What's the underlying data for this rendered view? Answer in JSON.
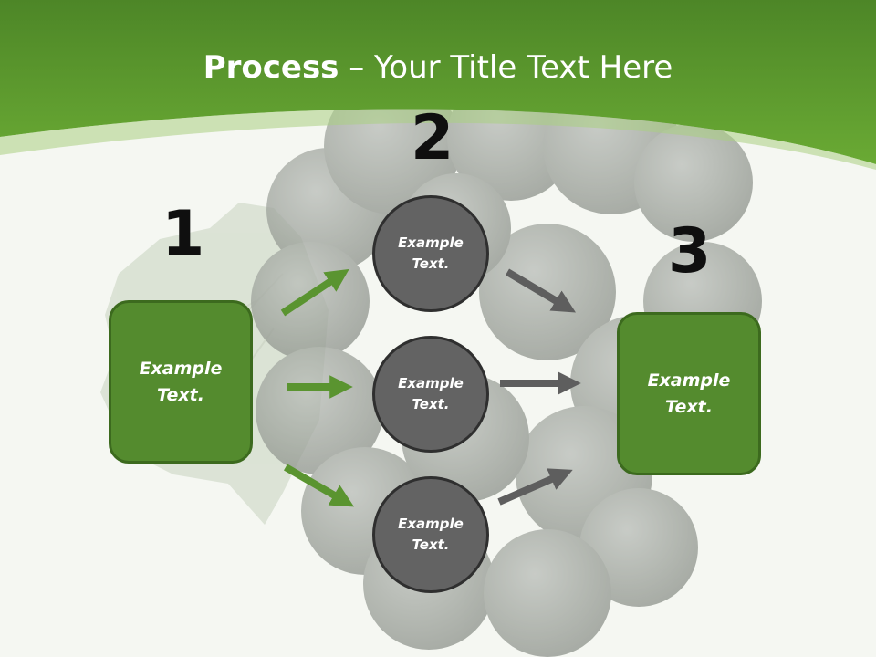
{
  "title": {
    "bold": "Process",
    "rest": " – Your Title Text Here"
  },
  "steps": {
    "one": "1",
    "two": "2",
    "three": "3"
  },
  "boxes": {
    "left": "Example\nText.",
    "right": "Example\nText."
  },
  "circles": {
    "top": "Example\nText.",
    "middle": "Example\nText.",
    "bottom": "Example\nText."
  },
  "colors": {
    "header_green": "#5f9e2f",
    "box_green": "#548b2e",
    "circle_gray": "#636363",
    "arrow_gray": "#5e5e5e"
  }
}
